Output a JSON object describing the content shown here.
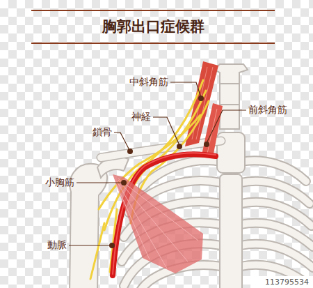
{
  "diagram": {
    "title": "胸郭出口症候群",
    "labels": [
      "中斜角筋",
      "神経",
      "前斜角筋",
      "鎖骨",
      "小胸筋",
      "動脈",
      "113795534"
    ]
  }
}
